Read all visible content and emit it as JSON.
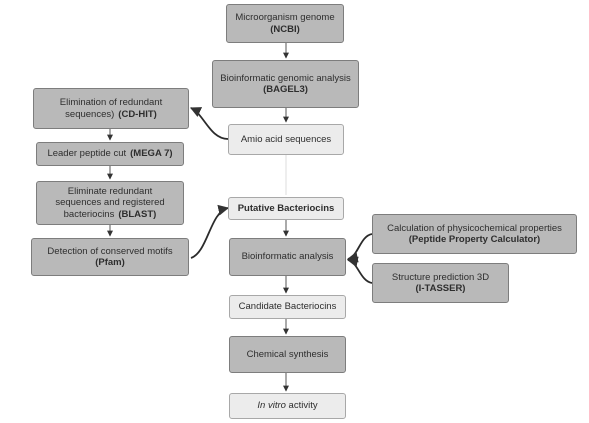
{
  "nodes": {
    "genome": {
      "line1": "Microorganism genome",
      "line2": "(NCBI)"
    },
    "genomic": {
      "line1": "Bioinformatic genomic analysis",
      "line2": "(BAGEL3)"
    },
    "aminoacid": {
      "text": "Amio acid sequences"
    },
    "cdhit": {
      "line1": "Elimination of redundant",
      "line2a": "sequences)",
      "line2b": "(CD-HIT)"
    },
    "leader": {
      "text": "Leader peptide cut",
      "label": "(MEGA 7)"
    },
    "blast": {
      "line1": "Eliminate redundant",
      "line2": "sequences and registered",
      "line3a": "bacteriocins",
      "line3b": "(BLAST)"
    },
    "pfam": {
      "line1": "Detection of conserved motifs",
      "line2": "(Pfam)"
    },
    "putative": {
      "text": "Putative Bacteriocins"
    },
    "bioanalysis": {
      "text": "Bioinformatic analysis"
    },
    "physchem": {
      "line1": "Calculation of physicochemical properties",
      "line2": "(Peptide Property Calculator)"
    },
    "structure": {
      "line1": "Structure prediction 3D",
      "line2": "(I-TASSER)"
    },
    "candidate": {
      "text": "Candidate Bacteriocins"
    },
    "synthesis": {
      "text": "Chemical synthesis"
    },
    "invitro": {
      "italic": "In vitro",
      "rest": " activity"
    }
  }
}
